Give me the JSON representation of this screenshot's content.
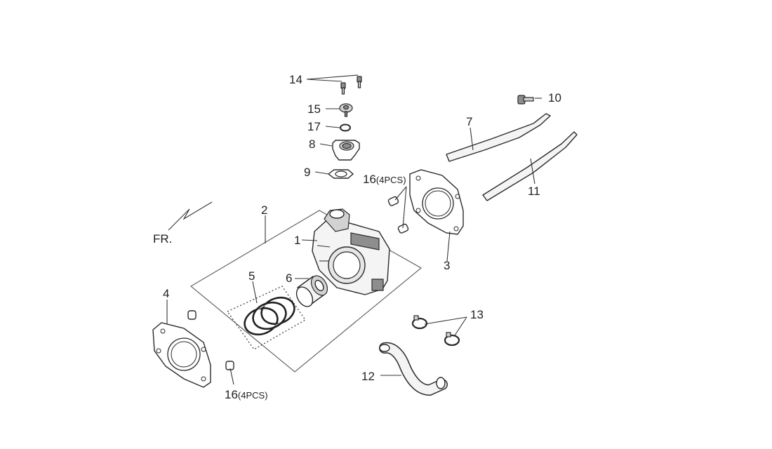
{
  "callouts": {
    "p1": "1",
    "p2": "2",
    "p3": "3",
    "p4": "4",
    "p5": "5",
    "p6": "6",
    "p7": "7",
    "p8": "8",
    "p9": "9",
    "p10": "10",
    "p11": "11",
    "p12": "12",
    "p13": "13",
    "p14": "14",
    "p15": "15",
    "p16_top": "16",
    "p16_top_qty": "(4PCS)",
    "p16_bottom": "16",
    "p16_bottom_qty": "(4PCS)",
    "p17": "17"
  },
  "front_marker": "FR."
}
